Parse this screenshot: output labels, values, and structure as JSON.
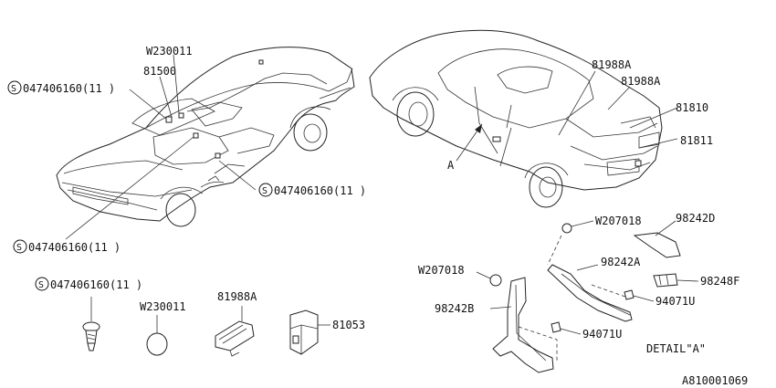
{
  "callouts": {
    "w230011_top": "W230011",
    "p81500": "81500",
    "s_top": "047406160(11 )",
    "s_mid": "047406160(11 )",
    "s_bottom": "047406160(11 )",
    "s_left_parts": "047406160(11 )",
    "p81988a_1": "81988A",
    "p81988a_2": "81988A",
    "p81810": "81810",
    "p81811": "81811",
    "marker_a": "A",
    "w207018_top": "W207018",
    "p98242d": "98242D",
    "p98242a": "98242A",
    "p98248f": "98248F",
    "w207018_left": "W207018",
    "p98242b": "98242B",
    "p94071u_1": "94071U",
    "p94071u_2": "94071U",
    "detail": "DETAIL\"A\"",
    "w230011_part": "W230011",
    "p81988a_part": "81988A",
    "p81053": "81053",
    "diagram_code": "A810001069",
    "s_symbol": "S"
  }
}
